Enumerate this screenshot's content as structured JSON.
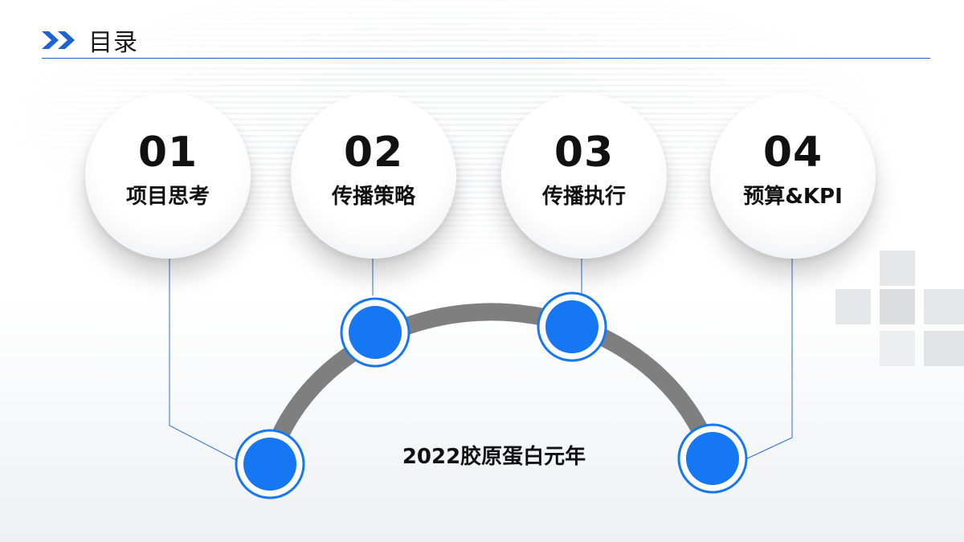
{
  "header": {
    "title": "目录",
    "icon": "double-chevron-right-icon",
    "accent_color": "#1f62d1"
  },
  "sections": [
    {
      "number": "01",
      "label": "项目思考"
    },
    {
      "number": "02",
      "label": "传播策略"
    },
    {
      "number": "03",
      "label": "传播执行"
    },
    {
      "number": "04",
      "label": "预算&KPI"
    }
  ],
  "center_text": "2022胶原蛋白元年",
  "colors": {
    "node_fill": "#1677f2",
    "node_ring": "#1677f2",
    "arc": "#7f7f7f",
    "connector": "#2f6fd6"
  }
}
